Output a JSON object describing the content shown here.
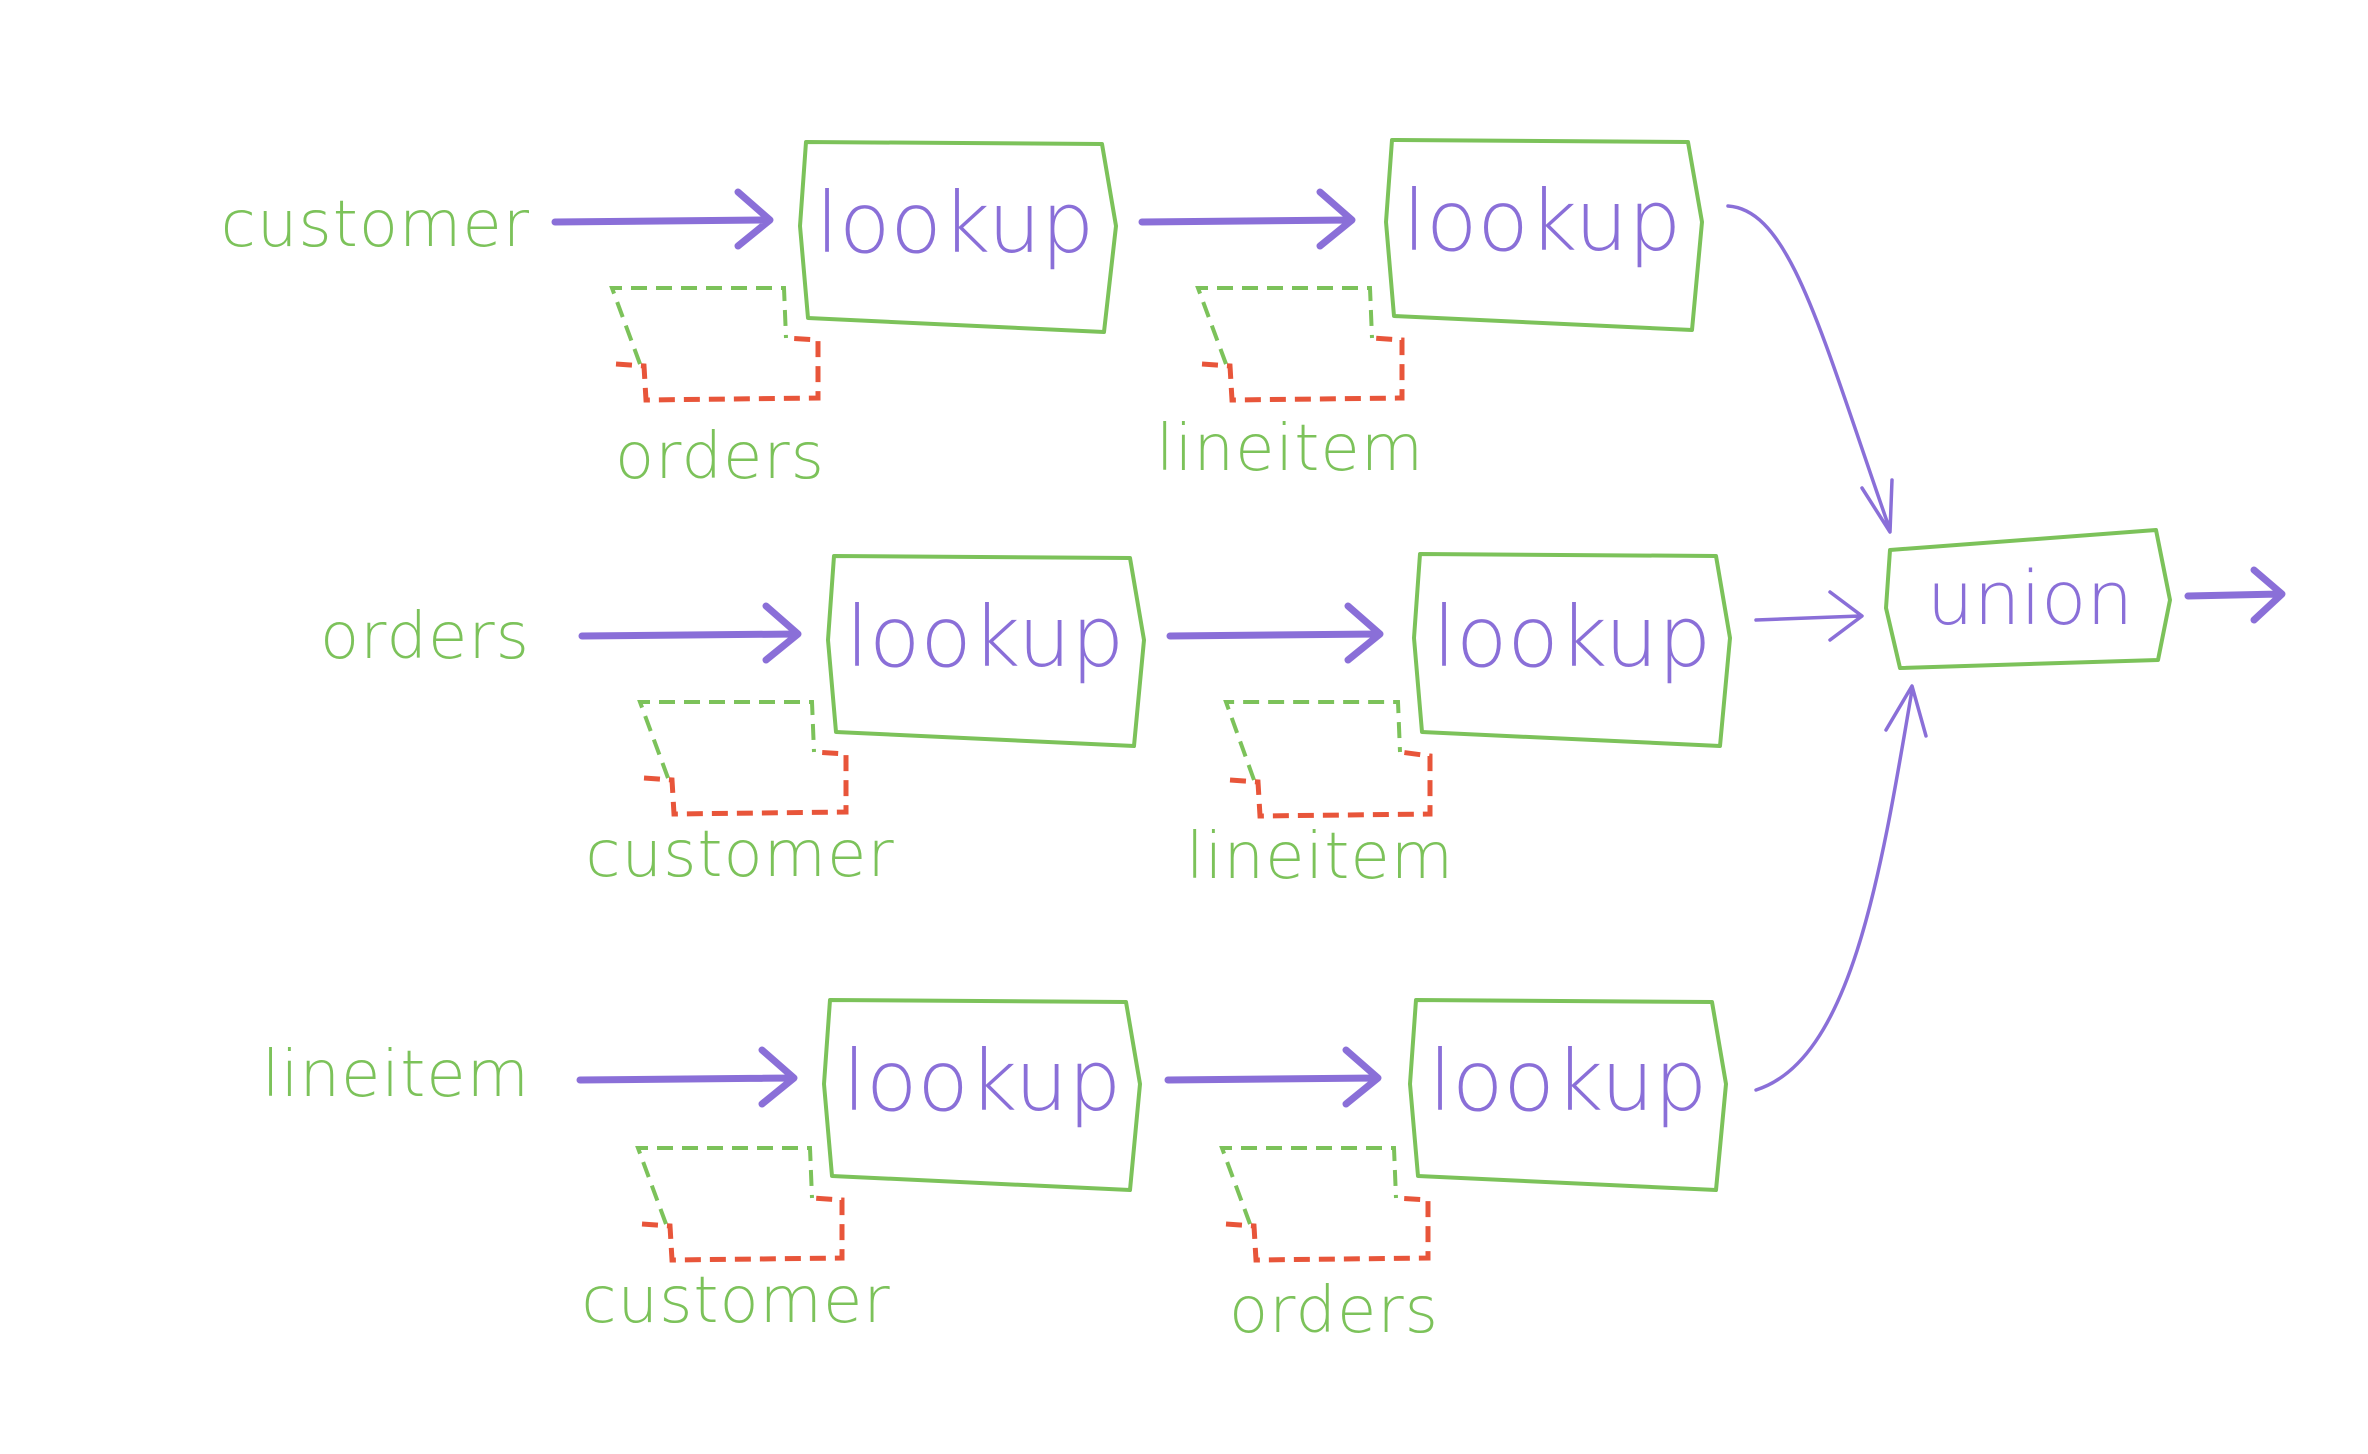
{
  "colors": {
    "green": "#7cc25a",
    "purple": "#8a6fd8",
    "red": "#e8553a"
  },
  "rows": [
    {
      "source": "customer",
      "lookups": [
        {
          "label": "lookup",
          "side": "orders"
        },
        {
          "label": "lookup",
          "side": "lineitem"
        }
      ]
    },
    {
      "source": "orders",
      "lookups": [
        {
          "label": "lookup",
          "side": "customer"
        },
        {
          "label": "lookup",
          "side": "lineitem"
        }
      ]
    },
    {
      "source": "lineitem",
      "lookups": [
        {
          "label": "lookup",
          "side": "customer"
        },
        {
          "label": "lookup",
          "side": "orders"
        }
      ]
    }
  ],
  "union": {
    "label": "union"
  }
}
